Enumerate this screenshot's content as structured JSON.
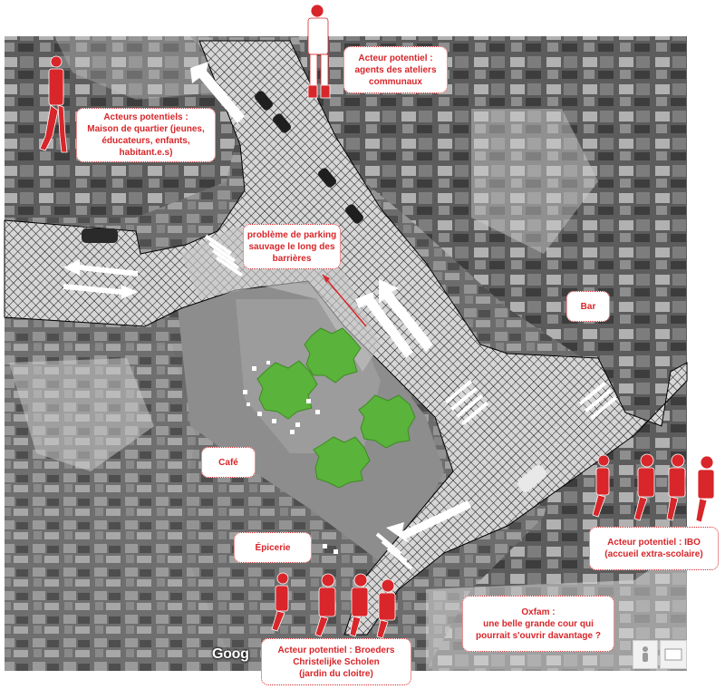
{
  "map": {
    "provider_logo": "Goog",
    "colors": {
      "accent": "#d8262a",
      "tree": "#5ab33a",
      "hatch": "#111111",
      "road": "#bdbdbd"
    }
  },
  "labels": {
    "maison": [
      "Acteurs potentiels :",
      "Maison de quartier (jeunes,",
      "éducateurs, enfants,",
      "habitant.e.s)"
    ],
    "ateliers": [
      "Acteur potentiel :",
      "agents des ateliers",
      "communaux"
    ],
    "parking": [
      "problème de parking",
      "sauvage le long des",
      "barrières"
    ],
    "bar": [
      "Bar"
    ],
    "cafe": [
      "Café"
    ],
    "epicerie": [
      "Épicerie"
    ],
    "ibo": [
      "Acteur potentiel : IBO",
      "(accueil extra-scolaire)"
    ],
    "oxfam": [
      "Oxfam :",
      "une belle grande cour qui",
      "pourrait s'ouvrir davantage ?"
    ],
    "broeders": [
      "Acteur potentiel : Broeders",
      "Christelijke Scholen",
      "(jardin du cloitre)"
    ]
  },
  "icons": [
    "pegman-icon",
    "fullscreen-icon",
    "person-figure-icon",
    "tree-icon",
    "arrow-icon",
    "parking-arrow-icon"
  ]
}
